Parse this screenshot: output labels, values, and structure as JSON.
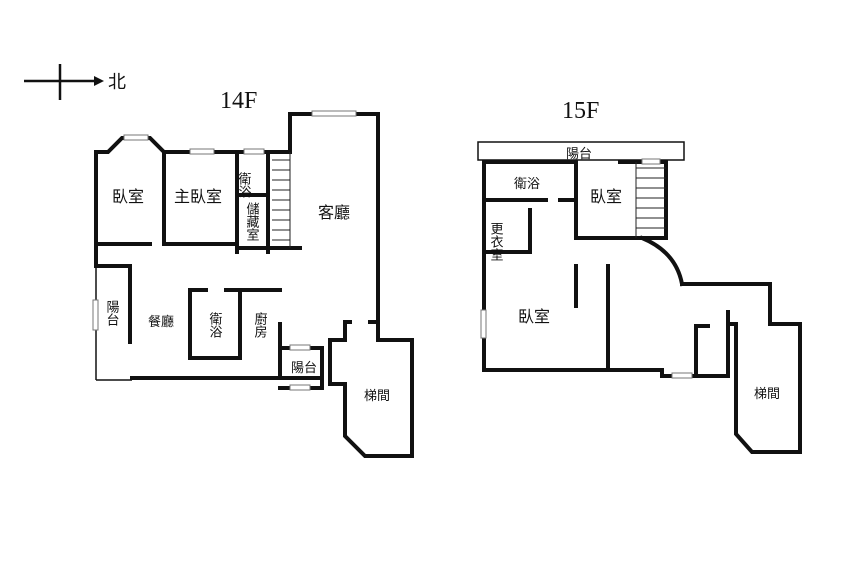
{
  "compass": {
    "label": "北"
  },
  "floor14": {
    "title": "14F",
    "rooms": {
      "bedroom": "臥室",
      "master_bedroom": "主臥室",
      "bathroom_top": "衛浴",
      "storage": "儲藏室",
      "living_room": "客廳",
      "balcony_west": "陽台",
      "dining": "餐廳",
      "bathroom_center": "衛浴",
      "kitchen": "廚房",
      "balcony_south": "陽台",
      "stairwell": "梯間"
    }
  },
  "floor15": {
    "title": "15F",
    "rooms": {
      "balcony": "陽台",
      "bathroom": "衛浴",
      "bedroom_small": "臥室",
      "closet": "更衣室",
      "bedroom_large": "臥室",
      "stairwell": "梯間"
    }
  }
}
